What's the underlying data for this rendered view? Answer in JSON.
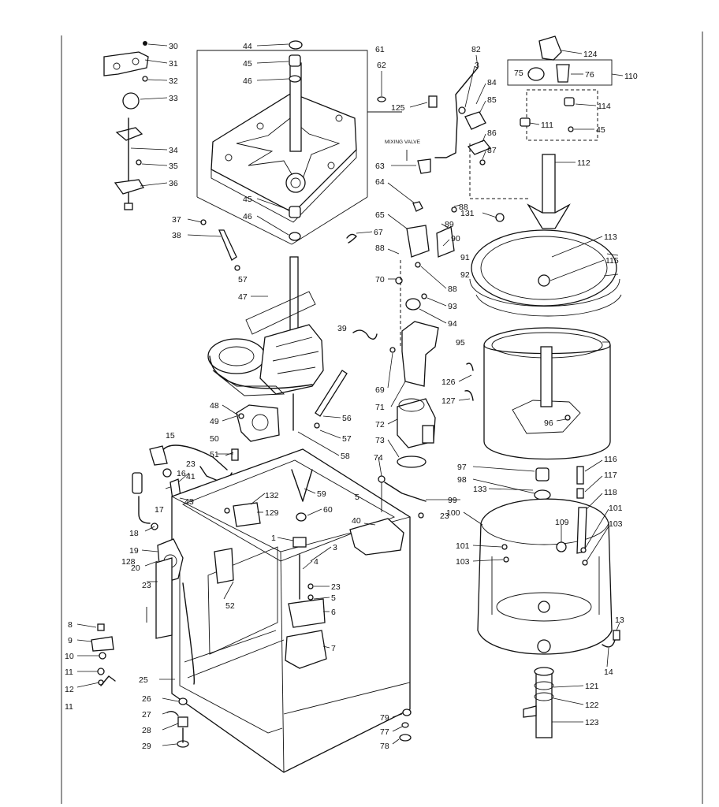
{
  "diagram": {
    "note_mixing_valve": "MIXING VALVE",
    "callouts": [
      {
        "id": "c30",
        "text": "30"
      },
      {
        "id": "c31",
        "text": "31"
      },
      {
        "id": "c32",
        "text": "32"
      },
      {
        "id": "c33",
        "text": "33"
      },
      {
        "id": "c34",
        "text": "34"
      },
      {
        "id": "c35",
        "text": "35"
      },
      {
        "id": "c36",
        "text": "36"
      },
      {
        "id": "c37",
        "text": "37"
      },
      {
        "id": "c38",
        "text": "38"
      },
      {
        "id": "c57a",
        "text": "57"
      },
      {
        "id": "c44",
        "text": "44"
      },
      {
        "id": "c45a",
        "text": "45"
      },
      {
        "id": "c46a",
        "text": "46"
      },
      {
        "id": "c61",
        "text": "61"
      },
      {
        "id": "c62",
        "text": "62"
      },
      {
        "id": "c45b",
        "text": "45"
      },
      {
        "id": "c46b",
        "text": "46"
      },
      {
        "id": "c67",
        "text": "67"
      },
      {
        "id": "c47",
        "text": "47"
      },
      {
        "id": "c39",
        "text": "39"
      },
      {
        "id": "c48",
        "text": "48"
      },
      {
        "id": "c49",
        "text": "49"
      },
      {
        "id": "c56",
        "text": "56"
      },
      {
        "id": "c57b",
        "text": "57"
      },
      {
        "id": "c58",
        "text": "58"
      },
      {
        "id": "c50",
        "text": "50"
      },
      {
        "id": "c51",
        "text": "51"
      },
      {
        "id": "c15",
        "text": "15"
      },
      {
        "id": "c16",
        "text": "16"
      },
      {
        "id": "c23a",
        "text": "23"
      },
      {
        "id": "c41",
        "text": "41"
      },
      {
        "id": "c43",
        "text": "43"
      },
      {
        "id": "c17",
        "text": "17"
      },
      {
        "id": "c18",
        "text": "18"
      },
      {
        "id": "c19",
        "text": "19"
      },
      {
        "id": "c128",
        "text": "128"
      },
      {
        "id": "c20",
        "text": "20"
      },
      {
        "id": "c23b",
        "text": "23"
      },
      {
        "id": "c52",
        "text": "52"
      },
      {
        "id": "c132",
        "text": "132"
      },
      {
        "id": "c129",
        "text": "129"
      },
      {
        "id": "c59",
        "text": "59"
      },
      {
        "id": "c60",
        "text": "60"
      },
      {
        "id": "c5a",
        "text": "5"
      },
      {
        "id": "c40",
        "text": "40"
      },
      {
        "id": "c23c",
        "text": "23"
      },
      {
        "id": "c1",
        "text": "1"
      },
      {
        "id": "c3",
        "text": "3"
      },
      {
        "id": "c4",
        "text": "4"
      },
      {
        "id": "c23d",
        "text": "23"
      },
      {
        "id": "c5b",
        "text": "5"
      },
      {
        "id": "c6",
        "text": "6"
      },
      {
        "id": "c7",
        "text": "7"
      },
      {
        "id": "c8",
        "text": "8"
      },
      {
        "id": "c9",
        "text": "9"
      },
      {
        "id": "c10",
        "text": "10"
      },
      {
        "id": "c11a",
        "text": "11"
      },
      {
        "id": "c12",
        "text": "12"
      },
      {
        "id": "c11b",
        "text": "11"
      },
      {
        "id": "c25",
        "text": "25"
      },
      {
        "id": "c26",
        "text": "26"
      },
      {
        "id": "c27",
        "text": "27"
      },
      {
        "id": "c28",
        "text": "28"
      },
      {
        "id": "c29",
        "text": "29"
      },
      {
        "id": "c79",
        "text": "79"
      },
      {
        "id": "c77",
        "text": "77"
      },
      {
        "id": "c78b",
        "text": "78"
      },
      {
        "id": "c125",
        "text": "125"
      },
      {
        "id": "c82",
        "text": "82"
      },
      {
        "id": "c3b",
        "text": "3"
      },
      {
        "id": "c84",
        "text": "84"
      },
      {
        "id": "c85",
        "text": "85"
      },
      {
        "id": "c86",
        "text": "86"
      },
      {
        "id": "c87",
        "text": "87"
      },
      {
        "id": "c63",
        "text": "63"
      },
      {
        "id": "c64",
        "text": "64"
      },
      {
        "id": "c65",
        "text": "65"
      },
      {
        "id": "c88a",
        "text": "88"
      },
      {
        "id": "c131",
        "text": "131"
      },
      {
        "id": "c89",
        "text": "89"
      },
      {
        "id": "c90",
        "text": "90"
      },
      {
        "id": "c88b",
        "text": "88"
      },
      {
        "id": "c70",
        "text": "70"
      },
      {
        "id": "c88c",
        "text": "88"
      },
      {
        "id": "c93",
        "text": "93"
      },
      {
        "id": "c94",
        "text": "94"
      },
      {
        "id": "c69",
        "text": "69"
      },
      {
        "id": "c71",
        "text": "71"
      },
      {
        "id": "c72",
        "text": "72"
      },
      {
        "id": "c73",
        "text": "73"
      },
      {
        "id": "c74",
        "text": "74"
      },
      {
        "id": "c124",
        "text": "124"
      },
      {
        "id": "c75",
        "text": "75"
      },
      {
        "id": "c76",
        "text": "76"
      },
      {
        "id": "c110",
        "text": "110"
      },
      {
        "id": "c114",
        "text": "114"
      },
      {
        "id": "c111",
        "text": "111"
      },
      {
        "id": "c45c",
        "text": "45"
      },
      {
        "id": "c112",
        "text": "112"
      },
      {
        "id": "c113",
        "text": "113"
      },
      {
        "id": "c115",
        "text": "115"
      },
      {
        "id": "c91",
        "text": "91"
      },
      {
        "id": "c92",
        "text": "92"
      },
      {
        "id": "c95",
        "text": "95"
      },
      {
        "id": "c126",
        "text": "126"
      },
      {
        "id": "c127",
        "text": "127"
      },
      {
        "id": "c96",
        "text": "96"
      },
      {
        "id": "c97",
        "text": "97"
      },
      {
        "id": "c98",
        "text": "98"
      },
      {
        "id": "c133",
        "text": "133"
      },
      {
        "id": "c99",
        "text": "99"
      },
      {
        "id": "c100",
        "text": "100"
      },
      {
        "id": "c116",
        "text": "116"
      },
      {
        "id": "c117",
        "text": "117"
      },
      {
        "id": "c118",
        "text": "118"
      },
      {
        "id": "c101a",
        "text": "101"
      },
      {
        "id": "c103a",
        "text": "103"
      },
      {
        "id": "c109",
        "text": "109"
      },
      {
        "id": "c101b",
        "text": "101"
      },
      {
        "id": "c103b",
        "text": "103"
      },
      {
        "id": "c13",
        "text": "13"
      },
      {
        "id": "c14",
        "text": "14"
      },
      {
        "id": "c121",
        "text": "121"
      },
      {
        "id": "c122",
        "text": "122"
      },
      {
        "id": "c123",
        "text": "123"
      }
    ]
  }
}
